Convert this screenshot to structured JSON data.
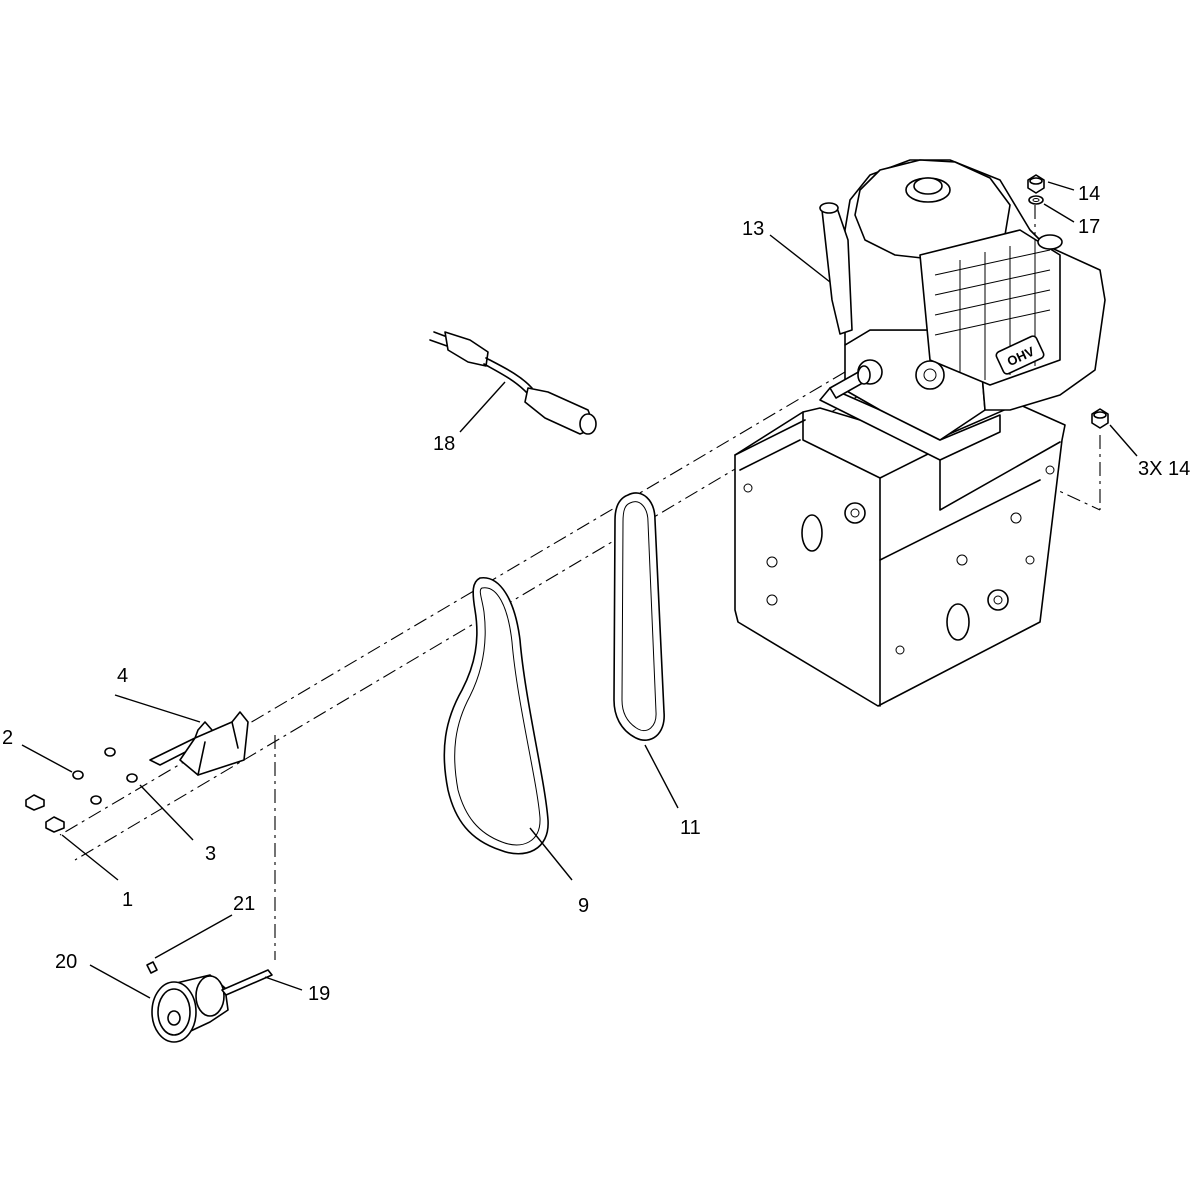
{
  "callouts": {
    "c1": "1",
    "c2": "2",
    "c3": "3",
    "c4": "4",
    "c9": "9",
    "c11": "11",
    "c13": "13",
    "c14_top": "14",
    "c14_multi": "3X 14",
    "c17": "17",
    "c18": "18",
    "c19": "19",
    "c20": "20",
    "c21": "21"
  },
  "engine_badge": "OHV"
}
